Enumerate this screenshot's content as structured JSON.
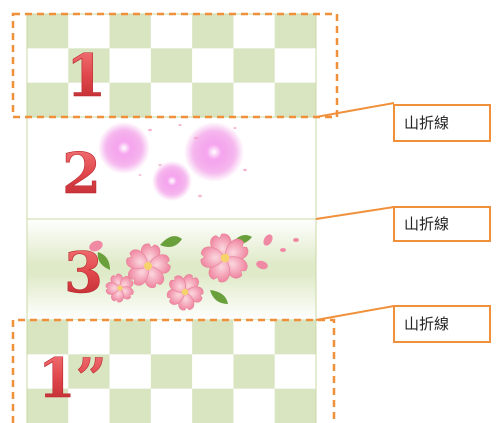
{
  "panels": [
    {
      "number": "1",
      "fill": "checkerboard"
    },
    {
      "number": "2",
      "fill": "pink-glow-petals"
    },
    {
      "number": "3",
      "fill": "sakura-flowers"
    },
    {
      "number": "1”",
      "fill": "checkerboard"
    }
  ],
  "callouts": [
    {
      "label": "山折線"
    },
    {
      "label": "山折線"
    },
    {
      "label": "山折線"
    }
  ],
  "colors": {
    "check_green": "#d9e4c1",
    "check_white": "#ffffff",
    "panel_border": "#c9d8a6",
    "dashed_orange": "#f0903a",
    "callout_line": "#f0903a",
    "callout_border": "#f0903a",
    "number_red": "#e0474c",
    "glow_pink": "#ee7fe0",
    "sakura_pink": "#f3a7b8",
    "leaf_green": "#6aa03c"
  }
}
